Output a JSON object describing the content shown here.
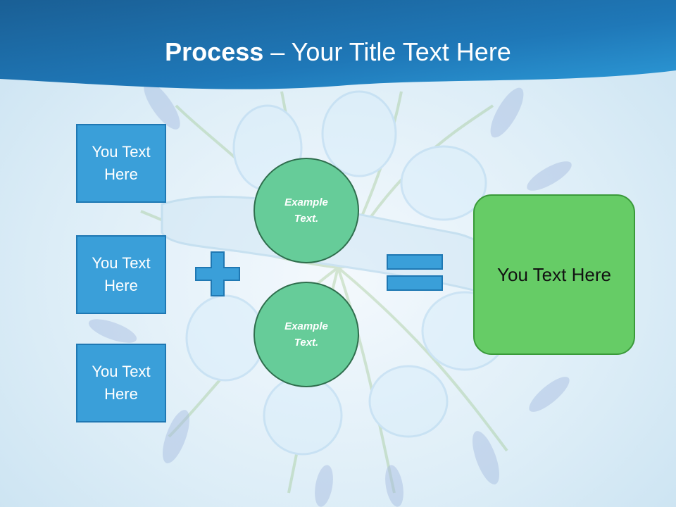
{
  "slide": {
    "title_bold": "Process",
    "title_rest": " – Your Title Text Here",
    "left_boxes": [
      {
        "label": "You Text Here"
      },
      {
        "label": "You Text Here"
      },
      {
        "label": "You Text Here"
      }
    ],
    "circles": [
      {
        "label": "Example Text."
      },
      {
        "label": "Example Text."
      }
    ],
    "result_label": "You Text Here",
    "operators": [
      "plus-icon",
      "equals-icon"
    ]
  },
  "colors": {
    "header_blue": "#1f6fa8",
    "box_blue": "#3a9fd9",
    "circle_green": "#66cc99",
    "result_green": "#66cc66"
  }
}
